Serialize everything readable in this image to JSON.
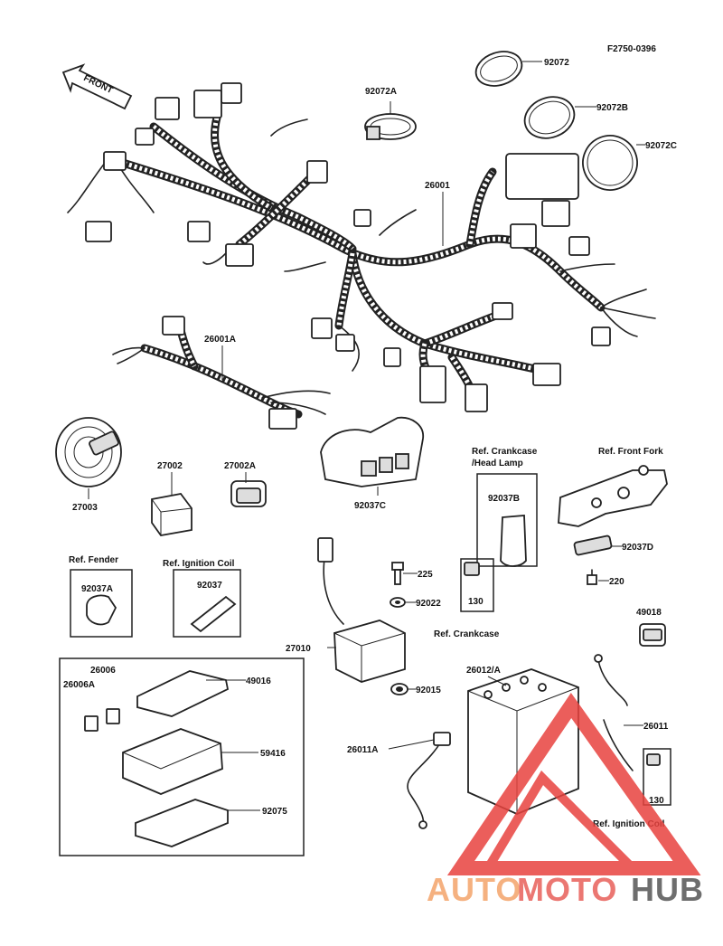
{
  "figure_code": "F2750-0396",
  "front_arrow": "FRONT",
  "parts": {
    "p92072": "92072",
    "p92072a": "92072A",
    "p92072b": "92072B",
    "p92072c": "92072C",
    "p26001": "26001",
    "p26001a": "26001A",
    "p27003": "27003",
    "p27002": "27002",
    "p27002a": "27002A",
    "p92037c": "92037C",
    "p92037b": "92037B",
    "p92037d": "92037D",
    "p220": "220",
    "p225": "225",
    "p92022": "92022",
    "p130a": "130",
    "p92037a": "92037A",
    "p92037": "92037",
    "p27010": "27010",
    "p92015": "92015",
    "p49018": "49018",
    "p26006": "26006",
    "p26006a": "26006A",
    "p49016": "49016",
    "p59416": "59416",
    "p92075": "92075",
    "p26012": "26012/A",
    "p26011": "26011",
    "p26011a": "26011A",
    "p130b": "130"
  },
  "refs": {
    "crankcase_head_lamp_1": "Ref. Crankcase",
    "crankcase_head_lamp_2": "/Head Lamp",
    "front_fork": "Ref. Front Fork",
    "fender": "Ref. Fender",
    "ignition_coil_1": "Ref. Ignition Coil",
    "crankcase": "Ref. Crankcase",
    "ignition_coil_2": "Ref. Ignition Coil"
  },
  "watermark": {
    "part1": "AUTO",
    "part2": "MOTO",
    "part3": "HUB",
    "color1": "#f4a46a",
    "color2": "#e8605a",
    "color3": "#555555",
    "logo_color": "#e8433f"
  }
}
